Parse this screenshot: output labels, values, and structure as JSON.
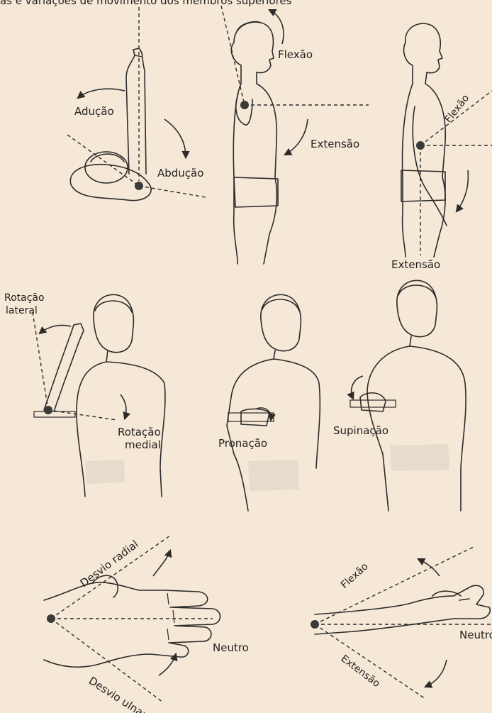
{
  "labels": {
    "top_title": "as e variações de movimento dos membros superiores",
    "shoulder_abduction": {
      "adduction": "Adução",
      "abduction": "Abdução"
    },
    "shoulder_sagittal": {
      "flexion": "Flexão",
      "extension": "Extensão"
    },
    "shoulder_side": {
      "flexion": "Flexão",
      "extension": "Extensão"
    },
    "shoulder_rotation": {
      "lateral_line1": "Rotação",
      "lateral_line2": "lateral",
      "medial_line1": "Rotação",
      "medial_line2": "medial"
    },
    "forearm": {
      "pronation": "Pronação",
      "supination": "Supinação"
    },
    "wrist_deviation": {
      "radial": "Desvio radial",
      "ulnar": "Desvio ulnar",
      "neutral": "Neutro"
    },
    "wrist_flexion": {
      "flexion": "Flexão",
      "extension": "Extensão",
      "neutral": "Neutro"
    }
  }
}
